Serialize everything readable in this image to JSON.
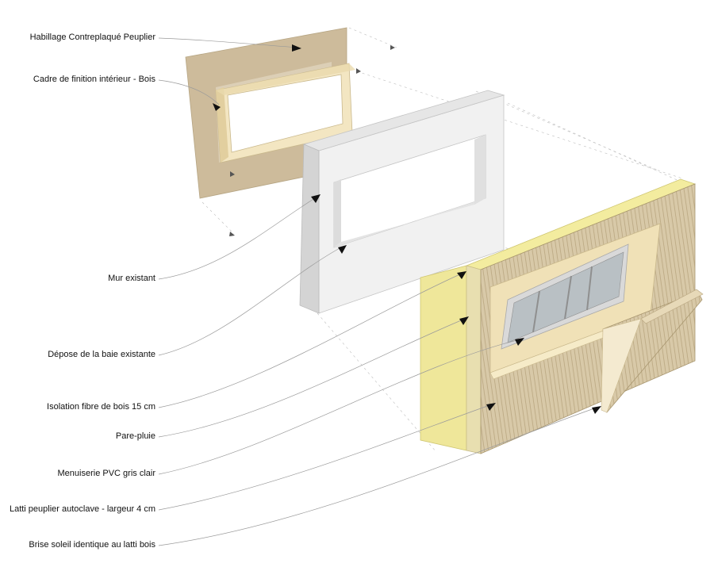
{
  "labels": {
    "habillage": "Habillage Contreplaqué Peuplier",
    "cadre": "Cadre de finition intérieur - Bois",
    "mur": "Mur existant",
    "depose": "Dépose de la baie existante",
    "isolation": "Isolation fibre de bois 15 cm",
    "pare_pluie": "Pare-pluie",
    "menuiserie": "Menuiserie PVC gris clair",
    "latti": "Latti peuplier autoclave - largeur 4 cm",
    "brise_soleil": "Brise soleil identique au latti bois"
  },
  "colors": {
    "plywood": "#cdbb9b",
    "trim_light": "#f3e6c2",
    "trim_side": "#e2cf9f",
    "wall_front": "#f0f0f0",
    "wall_side": "#d4d4d4",
    "insulation": "#efe79a",
    "cladding": "#d6c7a6",
    "window_frame": "#d9d9d9",
    "glass": "#b9c0c4",
    "leader": "#9a9a9a",
    "arrow": "#111111"
  }
}
